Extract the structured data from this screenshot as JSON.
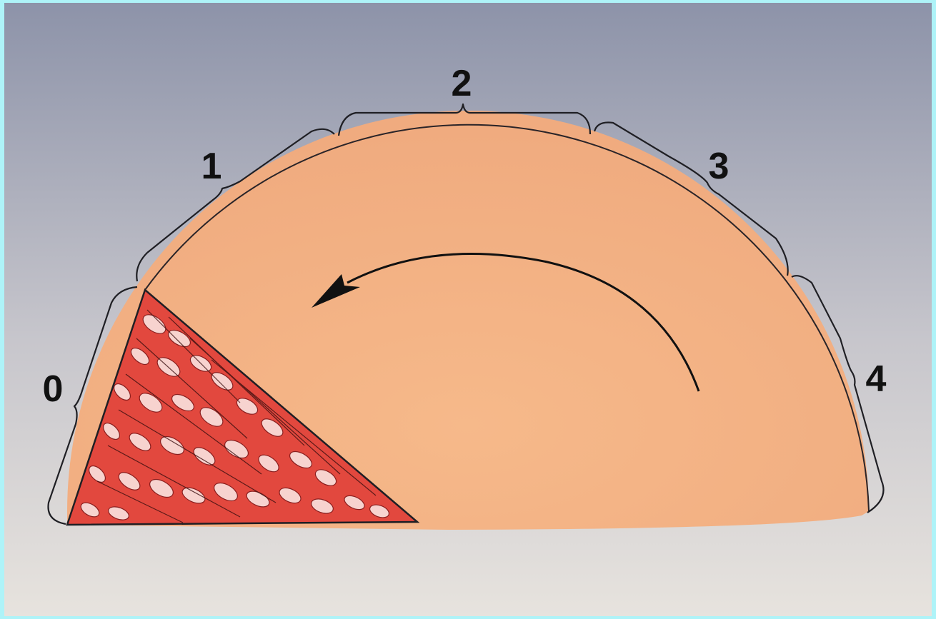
{
  "sectors": {
    "labels": [
      "0",
      "1",
      "2",
      "3",
      "4"
    ]
  },
  "colors": {
    "frame": "#aef3f8",
    "background_top": "#8d93a9",
    "background_bottom": "#e7e3de",
    "semicircle_fill": "#f3b284",
    "tissue_fill": "#e2483e",
    "outline": "#1f1f24",
    "arrow": "#111111"
  },
  "icons": {
    "arrow": "curved-arrow-counterclockwise-icon"
  }
}
